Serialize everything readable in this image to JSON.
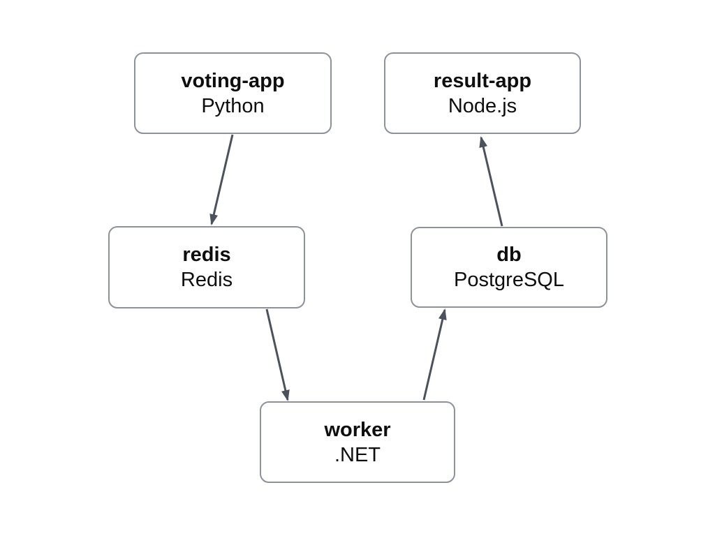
{
  "nodes": [
    {
      "id": "voting-app",
      "title": "voting-app",
      "subtitle": "Python"
    },
    {
      "id": "result-app",
      "title": "result-app",
      "subtitle": "Node.js"
    },
    {
      "id": "redis",
      "title": "redis",
      "subtitle": "Redis"
    },
    {
      "id": "db",
      "title": "db",
      "subtitle": "PostgreSQL"
    },
    {
      "id": "worker",
      "title": "worker",
      "subtitle": ".NET"
    }
  ],
  "edges": [
    {
      "from": "voting-app",
      "to": "redis"
    },
    {
      "from": "redis",
      "to": "worker"
    },
    {
      "from": "worker",
      "to": "db"
    },
    {
      "from": "db",
      "to": "result-app"
    }
  ],
  "colors": {
    "background": "#ffffff",
    "node_border": "#8d9299",
    "node_fill": "#ffffff",
    "text": "#0e0e0e",
    "arrow": "#4c525c"
  }
}
